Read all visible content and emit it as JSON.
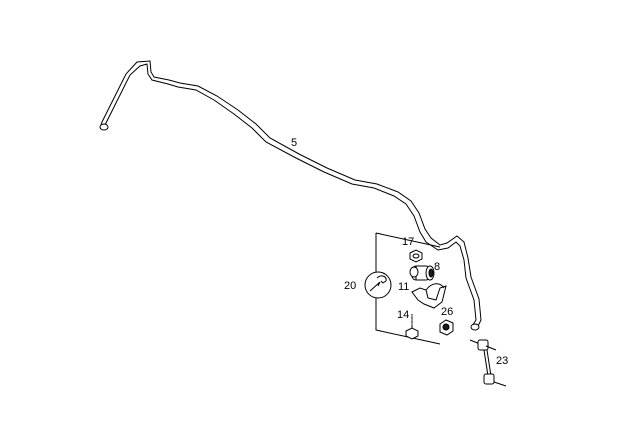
{
  "labels": {
    "bar": "5",
    "nut": "17",
    "bushing": "8",
    "tool": "20",
    "clamp": "11",
    "bolt": "14",
    "nut_link": "26",
    "link": "23"
  },
  "colors": {
    "line": "#000000",
    "background": "#ffffff"
  }
}
